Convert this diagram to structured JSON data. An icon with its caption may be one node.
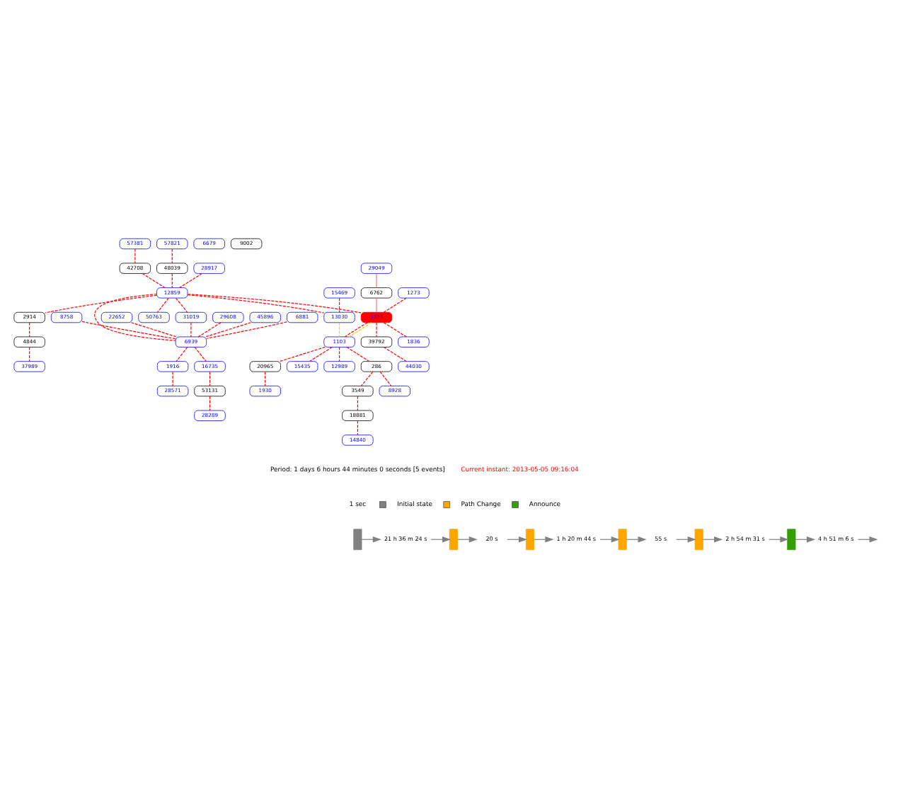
{
  "diagram": {
    "nodes": [
      {
        "text": [
          "57381"
        ]
      },
      {
        "text": [
          "57821"
        ]
      },
      {
        "text": [
          "42708"
        ]
      },
      {
        "text": [
          "48039"
        ]
      },
      {
        "text": [
          "6679"
        ]
      },
      {
        "text": [
          "9002"
        ]
      },
      {
        "text": [
          "28917"
        ]
      },
      {
        "text": [
          "12859"
        ]
      },
      {
        "text": [
          "31019"
        ]
      },
      {
        "text": [
          "2914"
        ]
      },
      {
        "text": [
          "4844"
        ]
      },
      {
        "text": [
          "37989"
        ]
      },
      {
        "text": [
          "15469"
        ]
      },
      {
        "text": [
          "13030"
        ]
      },
      {
        "text": [
          "50763"
        ]
      },
      {
        "text": [
          "29049"
        ]
      },
      {
        "text": [
          "6762"
        ]
      },
      {
        "text": [
          "1273"
        ]
      },
      {
        "text": [
          "3333"
        ]
      },
      {
        "text": [
          "1836"
        ]
      },
      {
        "text": [
          "39792"
        ]
      },
      {
        "text": [
          "44030"
        ]
      },
      {
        "text": [
          "1103"
        ]
      },
      {
        "text": [
          "20965"
        ]
      },
      {
        "text": [
          "1930"
        ]
      },
      {
        "text": [
          "15435"
        ]
      },
      {
        "text": [
          "12989"
        ]
      },
      {
        "text": [
          "286"
        ]
      },
      {
        "text": [
          "8928"
        ]
      },
      {
        "text": [
          "3549"
        ]
      },
      {
        "text": [
          "18881"
        ]
      },
      {
        "text": [
          "14840"
        ]
      },
      {
        "text": [
          "22652"
        ]
      },
      {
        "text": [
          "29608"
        ]
      },
      {
        "text": [
          "45896"
        ]
      },
      {
        "text": [
          "6881"
        ]
      },
      {
        "text": [
          "8758"
        ]
      },
      {
        "text": [
          "6939"
        ]
      },
      {
        "text": [
          "1916"
        ]
      },
      {
        "text": [
          "28571"
        ]
      },
      {
        "text": [
          "16735"
        ]
      },
      {
        "text": [
          "53131"
        ]
      },
      {
        "text": [
          "28289"
        ]
      },
      {
        "text": [],
        "shape": "bar"
      },
      {
        "text": [
          "21 h 36 m 24 s"
        ]
      },
      {
        "text": [],
        "shape": "bar"
      },
      {
        "text": [
          "20 s"
        ]
      },
      {
        "text": [],
        "shape": "bar"
      },
      {
        "text": [
          "1 h 20 m 44 s"
        ]
      },
      {
        "text": [],
        "shape": "bar"
      },
      {
        "text": [
          "55 s"
        ]
      },
      {
        "text": [],
        "shape": "bar"
      },
      {
        "text": [
          "2 h 54 m 31 s"
        ]
      },
      {
        "text": [],
        "shape": "bar"
      },
      {
        "text": [
          "4 h 51 m 6 s"
        ]
      }
    ],
    "edges": [
      {
        "from": 0,
        "to": 2,
        "arrow": "none",
        "style": "dashed"
      },
      {
        "from": 1,
        "to": 3,
        "arrow": "none",
        "style": "dashed"
      },
      {
        "from": 2,
        "to": 7,
        "arrow": "none",
        "style": "dashed"
      },
      {
        "from": 3,
        "to": 7,
        "arrow": "none",
        "style": "dashed"
      },
      {
        "from": 6,
        "to": 7,
        "arrow": "none",
        "style": "dashed"
      },
      {
        "from": 7,
        "to": 8,
        "arrow": "none",
        "style": "dashed"
      },
      {
        "from": 8,
        "to": 37,
        "arrow": "none",
        "style": "dashed"
      },
      {
        "from": 7,
        "to": 37,
        "arrow": "none",
        "style": "dashed"
      },
      {
        "from": 7,
        "to": 14,
        "arrow": "none",
        "style": "dashed"
      },
      {
        "from": 7,
        "to": 9,
        "arrow": "none",
        "style": "dashed"
      },
      {
        "from": 9,
        "to": 10,
        "arrow": "none",
        "style": "dashed"
      },
      {
        "from": 10,
        "to": 11,
        "arrow": "none",
        "style": "dashed"
      },
      {
        "from": 7,
        "to": 13,
        "arrow": "none",
        "style": "dashed"
      },
      {
        "from": 12,
        "to": 13,
        "arrow": "none",
        "style": "dashed"
      },
      {
        "from": 7,
        "to": 18,
        "arrow": "none",
        "style": "dashed"
      },
      {
        "from": 15,
        "to": 16,
        "arrow": "none",
        "color": "#f08080"
      },
      {
        "from": 16,
        "to": 18,
        "arrow": "none",
        "color": "#f08080"
      },
      {
        "from": 17,
        "to": 18,
        "arrow": "none",
        "style": "dashed"
      },
      {
        "from": 18,
        "to": 19,
        "arrow": "none",
        "style": "dashed"
      },
      {
        "from": 18,
        "to": 20,
        "arrow": "none",
        "style": "dashed"
      },
      {
        "from": 20,
        "to": 21,
        "arrow": "none",
        "style": "dashed"
      },
      {
        "from": 18,
        "to": 22,
        "arrow": "none",
        "style": "dashed"
      },
      {
        "from": 18,
        "to": 22,
        "arrow": "none",
        "style": "dashed",
        "color": "#ffcc00"
      },
      {
        "from": 13,
        "to": 22,
        "arrow": "none",
        "style": "dashed",
        "color": "#ffcc00"
      },
      {
        "from": 22,
        "to": 23,
        "arrow": "none",
        "style": "dashed"
      },
      {
        "from": 23,
        "to": 24,
        "arrow": "none",
        "style": "dashed"
      },
      {
        "from": 22,
        "to": 25,
        "arrow": "none",
        "style": "dashed"
      },
      {
        "from": 22,
        "to": 26,
        "arrow": "none",
        "style": "dashed"
      },
      {
        "from": 22,
        "to": 27,
        "arrow": "none",
        "style": "dashed"
      },
      {
        "from": 27,
        "to": 28,
        "arrow": "none",
        "style": "dashed"
      },
      {
        "from": 27,
        "to": 29,
        "arrow": "none",
        "style": "dashed"
      },
      {
        "from": 29,
        "to": 30,
        "arrow": "none",
        "style": "dashed"
      },
      {
        "from": 30,
        "to": 31,
        "arrow": "none",
        "style": "dashed"
      },
      {
        "from": 32,
        "to": 37,
        "arrow": "none",
        "style": "dashed"
      },
      {
        "from": 33,
        "to": 37,
        "arrow": "none",
        "style": "dashed"
      },
      {
        "from": 34,
        "to": 37,
        "arrow": "none",
        "style": "dashed"
      },
      {
        "from": 35,
        "to": 37,
        "arrow": "none",
        "style": "dashed"
      },
      {
        "from": 36,
        "to": 37,
        "arrow": "none",
        "style": "dashed"
      },
      {
        "from": 37,
        "to": 38,
        "arrow": "none",
        "style": "dashed"
      },
      {
        "from": 38,
        "to": 39,
        "arrow": "none",
        "style": "dashed"
      },
      {
        "from": 37,
        "to": 40,
        "arrow": "none",
        "style": "dashed"
      },
      {
        "from": 40,
        "to": 41,
        "arrow": "none",
        "style": "dashed"
      },
      {
        "from": 41,
        "to": 42,
        "arrow": "none",
        "style": "dashed"
      },
      {
        "from": 43,
        "to": 44,
        "arrow": "to",
        "color": "#808080"
      },
      {
        "from": 44,
        "to": 45,
        "arrow": "to",
        "color": "#808080"
      },
      {
        "from": 45,
        "to": 46,
        "arrow": "to",
        "color": "#808080"
      },
      {
        "from": 46,
        "to": 47,
        "arrow": "to",
        "color": "#808080"
      },
      {
        "from": 47,
        "to": 48,
        "arrow": "to",
        "color": "#808080"
      },
      {
        "from": 48,
        "to": 49,
        "arrow": "to",
        "color": "#808080"
      },
      {
        "from": 49,
        "to": 50,
        "arrow": "to",
        "color": "#808080"
      },
      {
        "from": 50,
        "to": 51,
        "arrow": "to",
        "color": "#808080"
      },
      {
        "from": 51,
        "to": 52,
        "arrow": "to",
        "color": "#808080"
      },
      {
        "from": 52,
        "to": 53,
        "arrow": "to",
        "color": "#808080"
      },
      {
        "from": 53,
        "to": 54,
        "arrow": "to",
        "color": "#808080"
      },
      {
        "from": 54,
        "to": null,
        "arrow": "to",
        "color": "#808080"
      }
    ],
    "labels": [
      "Period: 1 days 6 hours 44 minutes 0 seconds [5 events]",
      "Current instant: 2013-05-05 09:16:04",
      "1 sec"
    ],
    "legend": [
      {
        "text": "Initial state",
        "color": "#808080"
      },
      {
        "text": "Path Change",
        "color": "#ffa500"
      },
      {
        "text": "Announce",
        "color": "#33a000"
      }
    ]
  }
}
